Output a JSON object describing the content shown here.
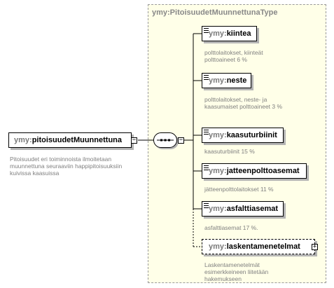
{
  "diagram": {
    "type_name": "ymy:PitoisuudetMuunnettunaType",
    "root": {
      "prefix": "ymy:",
      "name": "pitoisuudetMuunnettuna",
      "documentation": "Pitoisuudet eri toiminnoista ilmoitetaan muunnettuna seuraaviin happipitoisuuksiin kuivissa kaasuissa",
      "collapse_symbol": "−"
    },
    "sequence_collapse_symbol": "−",
    "children": [
      {
        "prefix": "ymy:",
        "name": "kiintea",
        "documentation": "polttolaitokset, kiinteät polttoaineet 6 %",
        "optional": false
      },
      {
        "prefix": "ymy:",
        "name": "neste",
        "documentation": "polttolaitokset, neste- ja kaasumaiset polttoaineet 3 %",
        "optional": false
      },
      {
        "prefix": "ymy:",
        "name": "kaasuturbiinit",
        "documentation": "kaasuturbiinit 15 %",
        "optional": false
      },
      {
        "prefix": "ymy:",
        "name": "jatteenpolttoasemat",
        "documentation": "jätteenpolttolaitokset 11 %",
        "optional": false
      },
      {
        "prefix": "ymy:",
        "name": "asfalttiasemat",
        "documentation": "asfalttiasemat 17 %.",
        "optional": false
      },
      {
        "prefix": "ymy:",
        "name": "laskentamenetelmat",
        "documentation": "Laskentamenetelmät esimerkkeineen liitetään hakemukseen",
        "optional": true,
        "expand_symbol": "+"
      }
    ]
  }
}
